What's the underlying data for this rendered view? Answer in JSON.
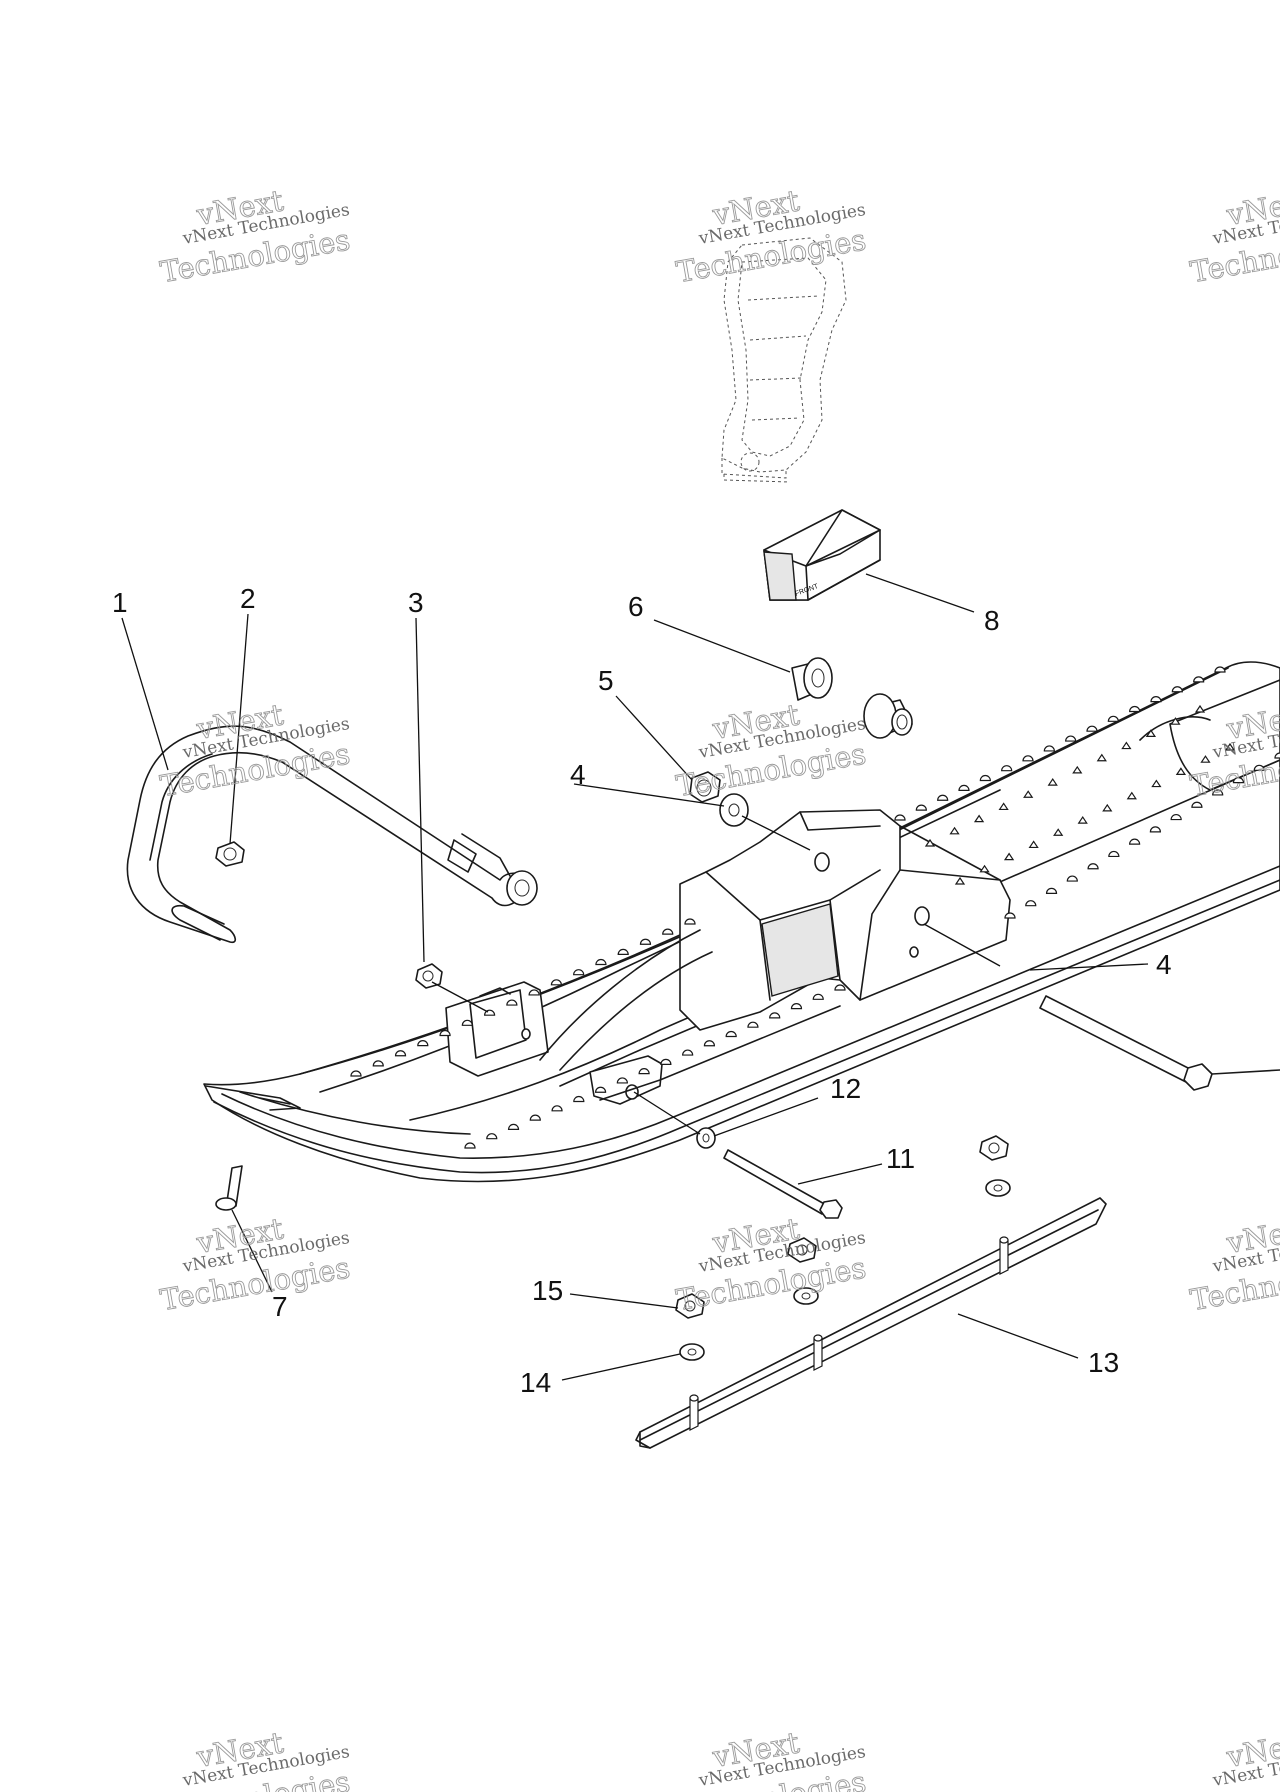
{
  "callouts": [
    {
      "id": "c1",
      "label": "1"
    },
    {
      "id": "c2",
      "label": "2"
    },
    {
      "id": "c3",
      "label": "3"
    },
    {
      "id": "c4a",
      "label": "4"
    },
    {
      "id": "c4b",
      "label": "4"
    },
    {
      "id": "c5",
      "label": "5"
    },
    {
      "id": "c6",
      "label": "6"
    },
    {
      "id": "c7",
      "label": "7"
    },
    {
      "id": "c8",
      "label": "8"
    },
    {
      "id": "c11",
      "label": "11"
    },
    {
      "id": "c12",
      "label": "12"
    },
    {
      "id": "c13",
      "label": "13"
    },
    {
      "id": "c14",
      "label": "14"
    },
    {
      "id": "c15",
      "label": "15"
    }
  ],
  "watermark": {
    "line1": "vNext Technologies",
    "line2": "vNext",
    "line3": "Technologies"
  },
  "stamp": {
    "front_label": "FRONT"
  }
}
